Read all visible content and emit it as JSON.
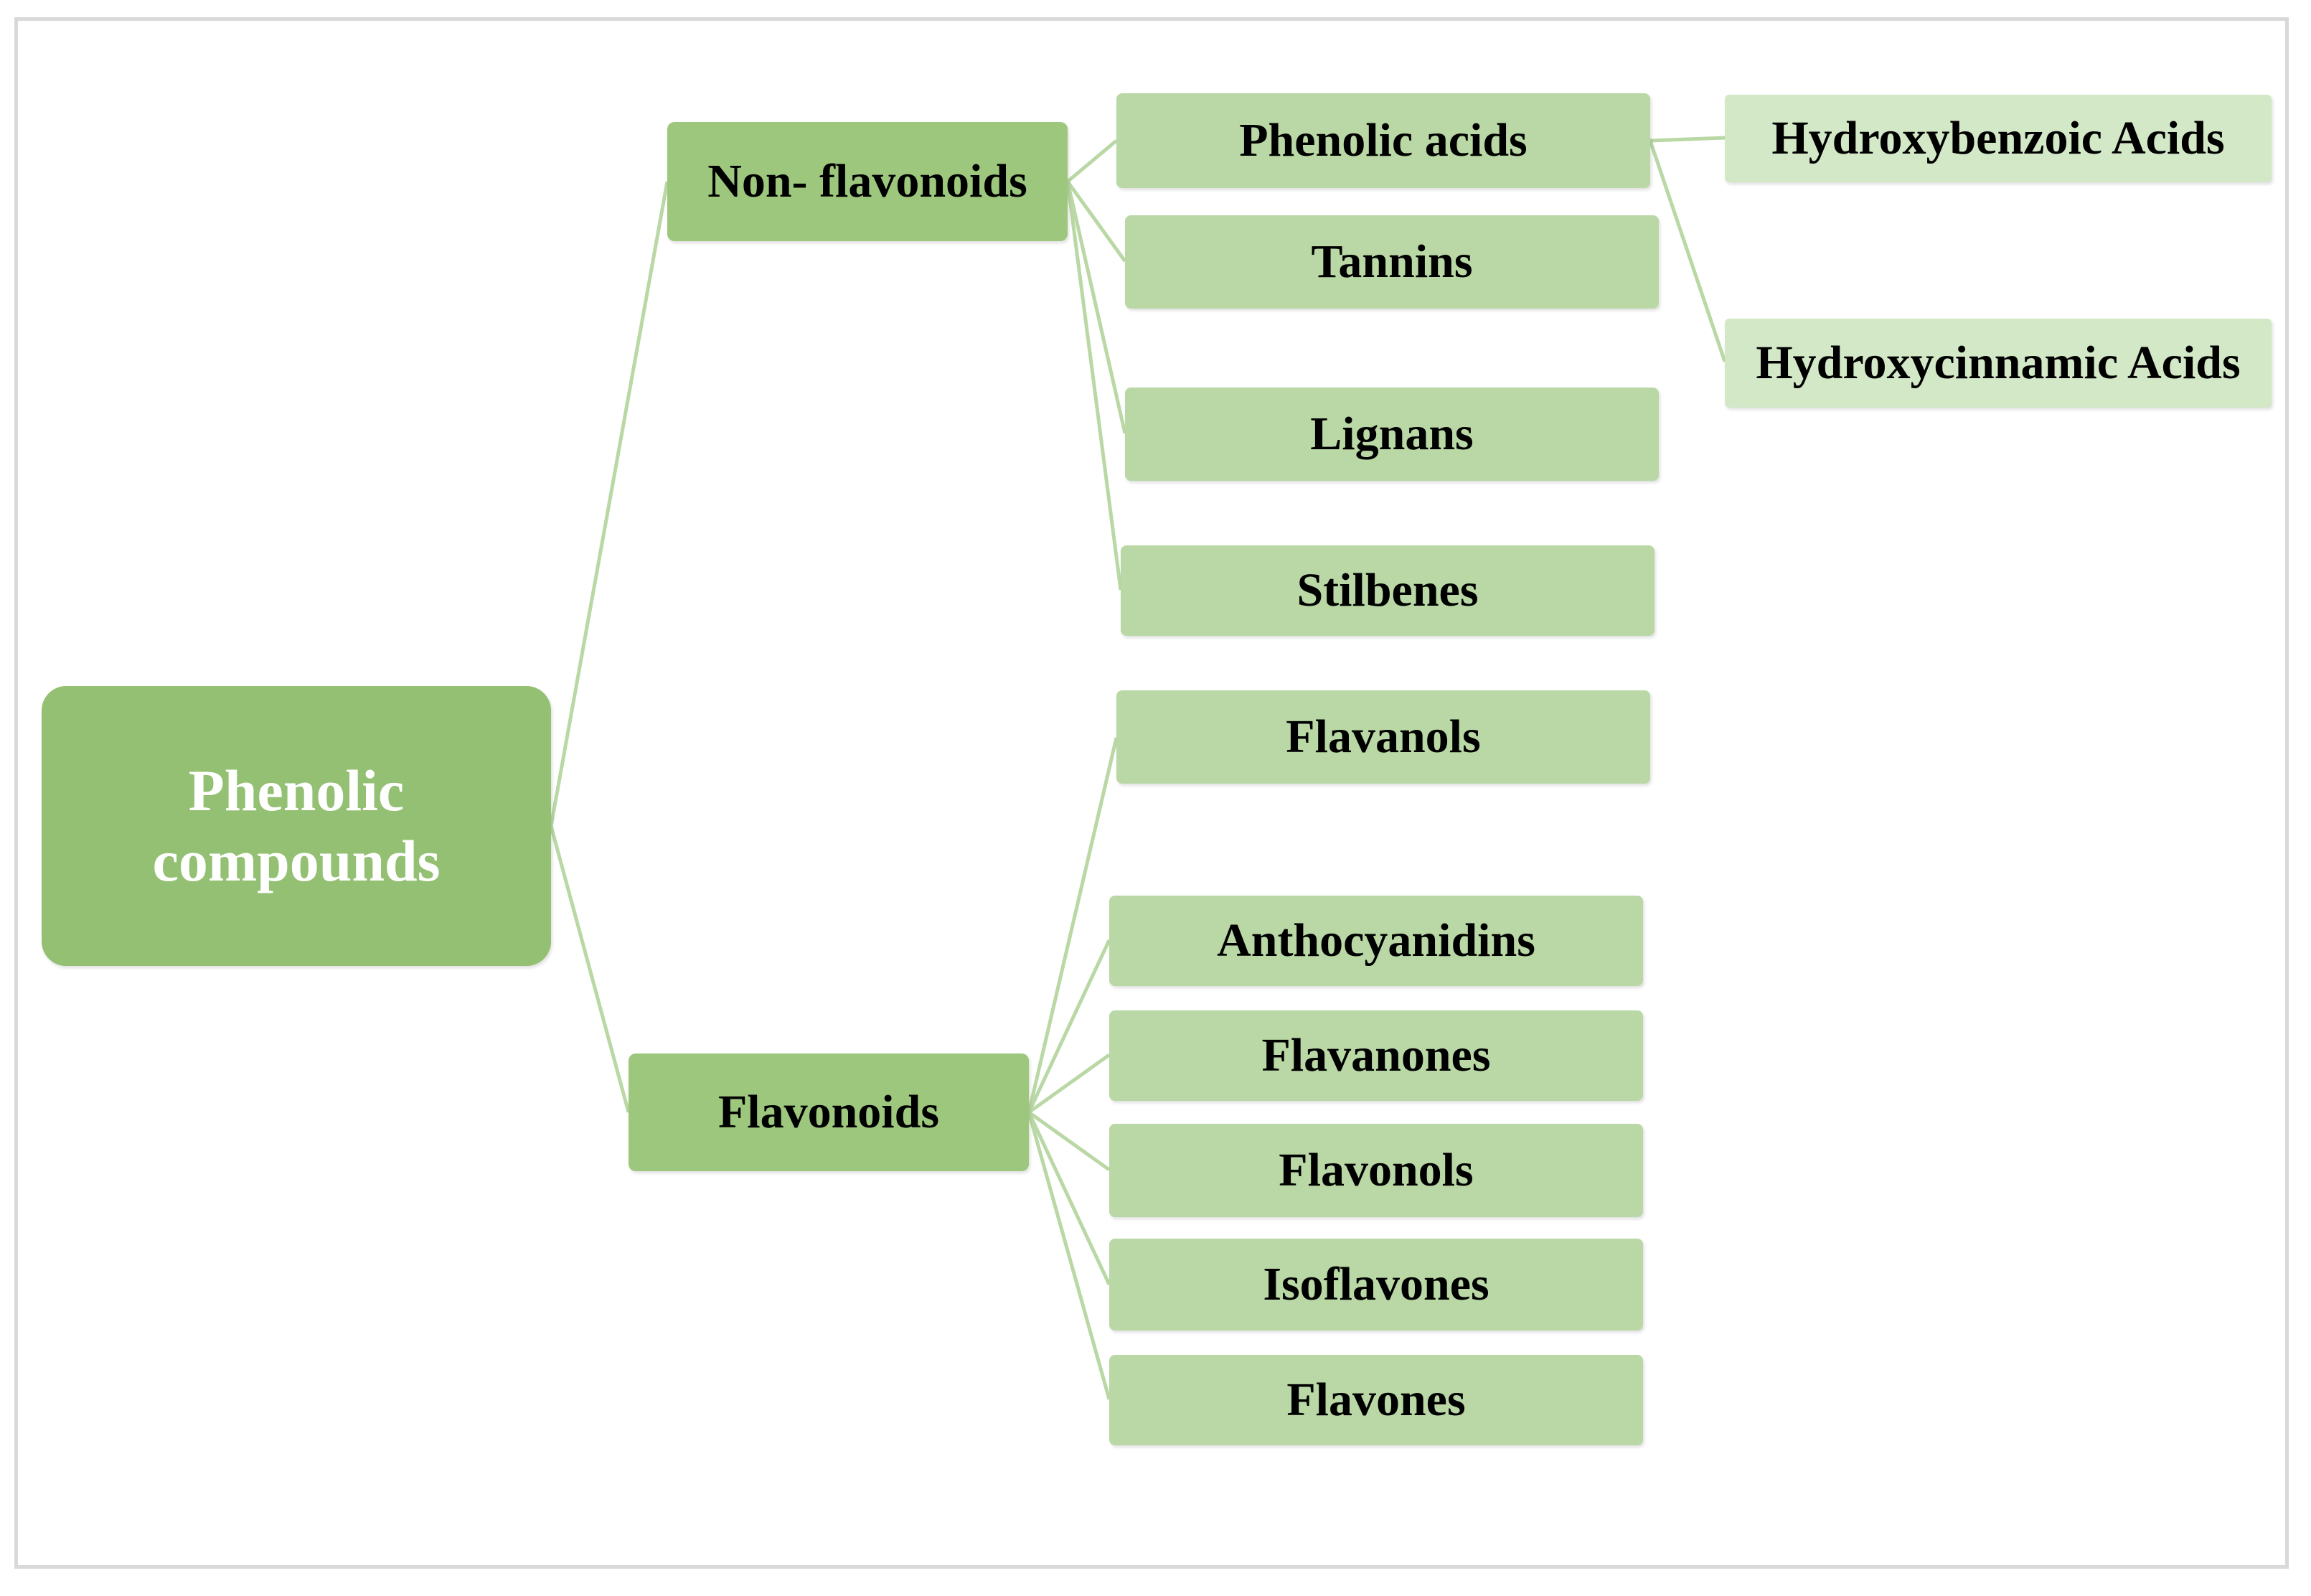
{
  "diagram": {
    "root": {
      "label_line1": "Phenolic",
      "label_line2": "compounds"
    },
    "non_flavonoids": {
      "label": "Non- flavonoids",
      "children": {
        "phenolic_acids": "Phenolic acids",
        "tannins": "Tannins",
        "lignans": "Lignans",
        "stilbenes": "Stilbenes"
      },
      "phenolic_acid_types": {
        "hydroxybenzoic": "Hydroxybenzoic Acids",
        "hydroxycinnamic": "Hydroxycinnamic Acids"
      }
    },
    "flavonoids": {
      "label": "Flavonoids",
      "children": {
        "flavanols": "Flavanols",
        "anthocyanidins": "Anthocyanidins",
        "flavanones": "Flavanones",
        "flavonols": "Flavonols",
        "isoflavones": "Isoflavones",
        "flavones": "Flavones"
      }
    }
  },
  "colors": {
    "root_fill": "#93c072",
    "level1_fill": "#9ec77e",
    "level2_fill": "#b9d8a5",
    "level3_fill": "#d3e8c7",
    "connector": "#b9d8a5",
    "frame_border": "#d9d9d9"
  }
}
